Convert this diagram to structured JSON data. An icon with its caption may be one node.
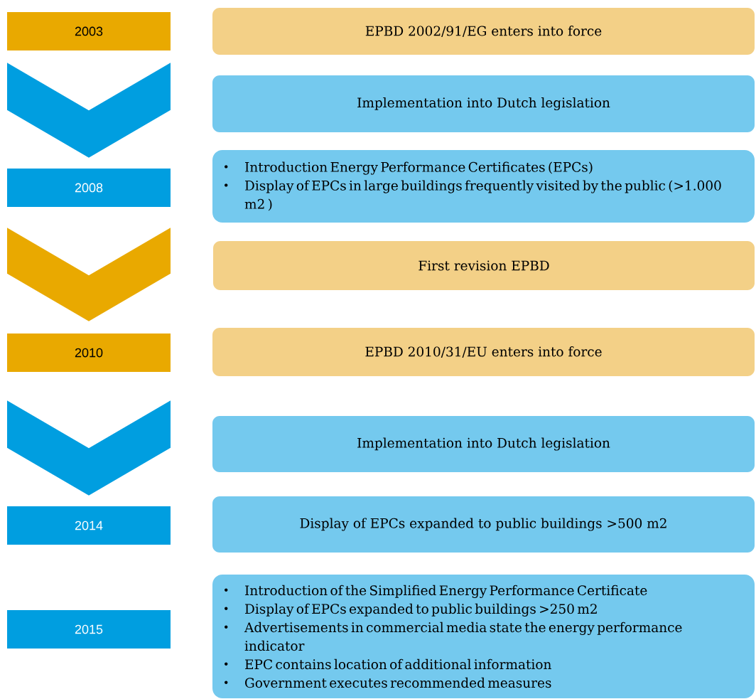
{
  "diagram": {
    "nodes": [
      {
        "text": [
          "2003"
        ]
      },
      {
        "text": [
          "EPBD 2002/91/EG enters into force"
        ]
      },
      {
        "text": [
          "Implementation into Dutch legislation"
        ]
      },
      {
        "text": [
          "2008"
        ]
      },
      {
        "text": [
          "Introduction Energy Performance Certificates (EPCs)",
          "Display of EPCs in large buildings frequently visited by the public (>1.000 m2 )"
        ]
      },
      {
        "text": [
          "First revision EPBD"
        ]
      },
      {
        "text": [
          "2010"
        ]
      },
      {
        "text": [
          "EPBD 2010/31/EU enters into force"
        ]
      },
      {
        "text": [
          "Implementation into Dutch legislation"
        ]
      },
      {
        "text": [
          "2014"
        ]
      },
      {
        "text": [
          "Display of EPCs expanded to public buildings >500 m2"
        ]
      },
      {
        "text": [
          "2015"
        ]
      },
      {
        "text": [
          "Introduction of the Simplified Energy Performance Certificate",
          "Display of EPCs expanded to public buildings >250 m2",
          "Advertisements in commercial media state the energy performance indicator",
          "EPC contains location of additional information",
          "Government executes recommended measures"
        ]
      }
    ],
    "edges": [
      {
        "from": 0,
        "to": 3,
        "arrow": "to"
      },
      {
        "from": 3,
        "to": 6,
        "arrow": "to",
        "color": "#e9a900"
      },
      {
        "from": 6,
        "to": 9,
        "arrow": "to"
      }
    ]
  }
}
